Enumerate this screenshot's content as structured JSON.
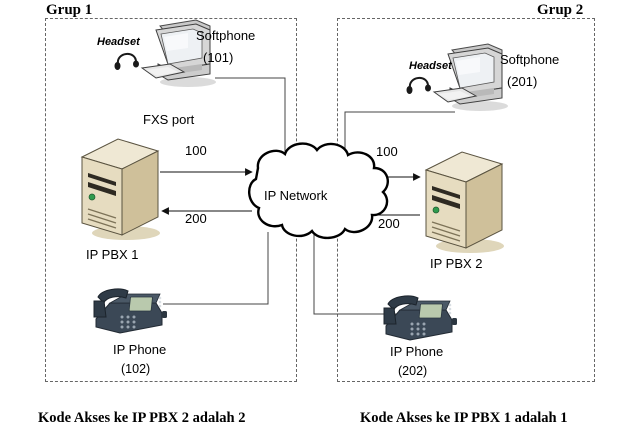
{
  "diagram": {
    "title_left": "Grup 1",
    "title_right": "Grup 2",
    "cloud_label": "IP Network",
    "caption_left": "Kode Akses ke IP PBX 2 adalah 2",
    "caption_right": "Kode Akses ke IP PBX 1 adalah 1"
  },
  "group1": {
    "softphone": {
      "label": "Softphone",
      "extension": "(101)",
      "headset_label": "Headset"
    },
    "pbx": {
      "label": "IP PBX 1",
      "port_label": "FXS port",
      "out_code": "100",
      "in_code": "200"
    },
    "phone": {
      "label": "IP Phone",
      "extension": "(102)"
    }
  },
  "group2": {
    "softphone": {
      "label": "Softphone",
      "extension": "(201)",
      "headset_label": "Headset"
    },
    "pbx": {
      "label": "IP PBX 2",
      "out_code": "100",
      "in_code": "200"
    },
    "phone": {
      "label": "IP Phone",
      "extension": "(202)"
    }
  },
  "colors": {
    "server_front": "#e6dcc0",
    "server_side": "#c7b894",
    "server_top": "#efe8d4",
    "phone_body": "#3b4856",
    "phone_screen": "#b9c9ad",
    "monitor_body": "#d8d8d8",
    "line": "#1a1a1a",
    "dash_border": "#666666"
  }
}
